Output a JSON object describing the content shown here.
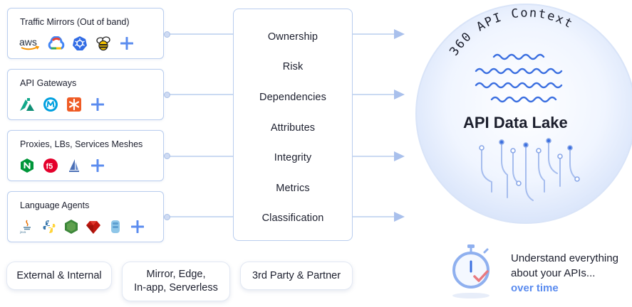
{
  "sources": [
    {
      "title": "Traffic Mirrors (Out of band)",
      "icons": [
        "aws-icon",
        "google-cloud-icon",
        "kubernetes-icon",
        "bee-icon",
        "plus-icon"
      ]
    },
    {
      "title": "API Gateways",
      "icons": [
        "kong-icon",
        "mulesoft-icon",
        "asterisk-gateway-icon",
        "plus-icon"
      ]
    },
    {
      "title": "Proxies, LBs, Services Meshes",
      "icons": [
        "nginx-icon",
        "f5-icon",
        "sail-icon",
        "plus-icon"
      ]
    },
    {
      "title": "Language Agents",
      "icons": [
        "java-icon",
        "python-icon",
        "nodejs-icon",
        "ruby-icon",
        "php-icon",
        "plus-icon"
      ]
    }
  ],
  "aws_label": "aws",
  "attributes": [
    "Ownership",
    "Risk",
    "Dependencies",
    "Attributes",
    "Integrity",
    "Metrics",
    "Classification"
  ],
  "chips": {
    "external_internal": "External & Internal",
    "mirror_line1": "Mirror, Edge,",
    "mirror_line2": "In-app, Serverless",
    "third_party": "3rd Party & Partner"
  },
  "lake": {
    "arc_text": "360 API Context",
    "title": "API Data Lake"
  },
  "tagline": {
    "line1": "Understand everything",
    "line2": "about your APIs...",
    "line3": "over time"
  },
  "colors": {
    "accent": "#5b8cef",
    "border": "#b9cdee",
    "circle": "#dce7fb",
    "wave": "#3b6fe0"
  }
}
